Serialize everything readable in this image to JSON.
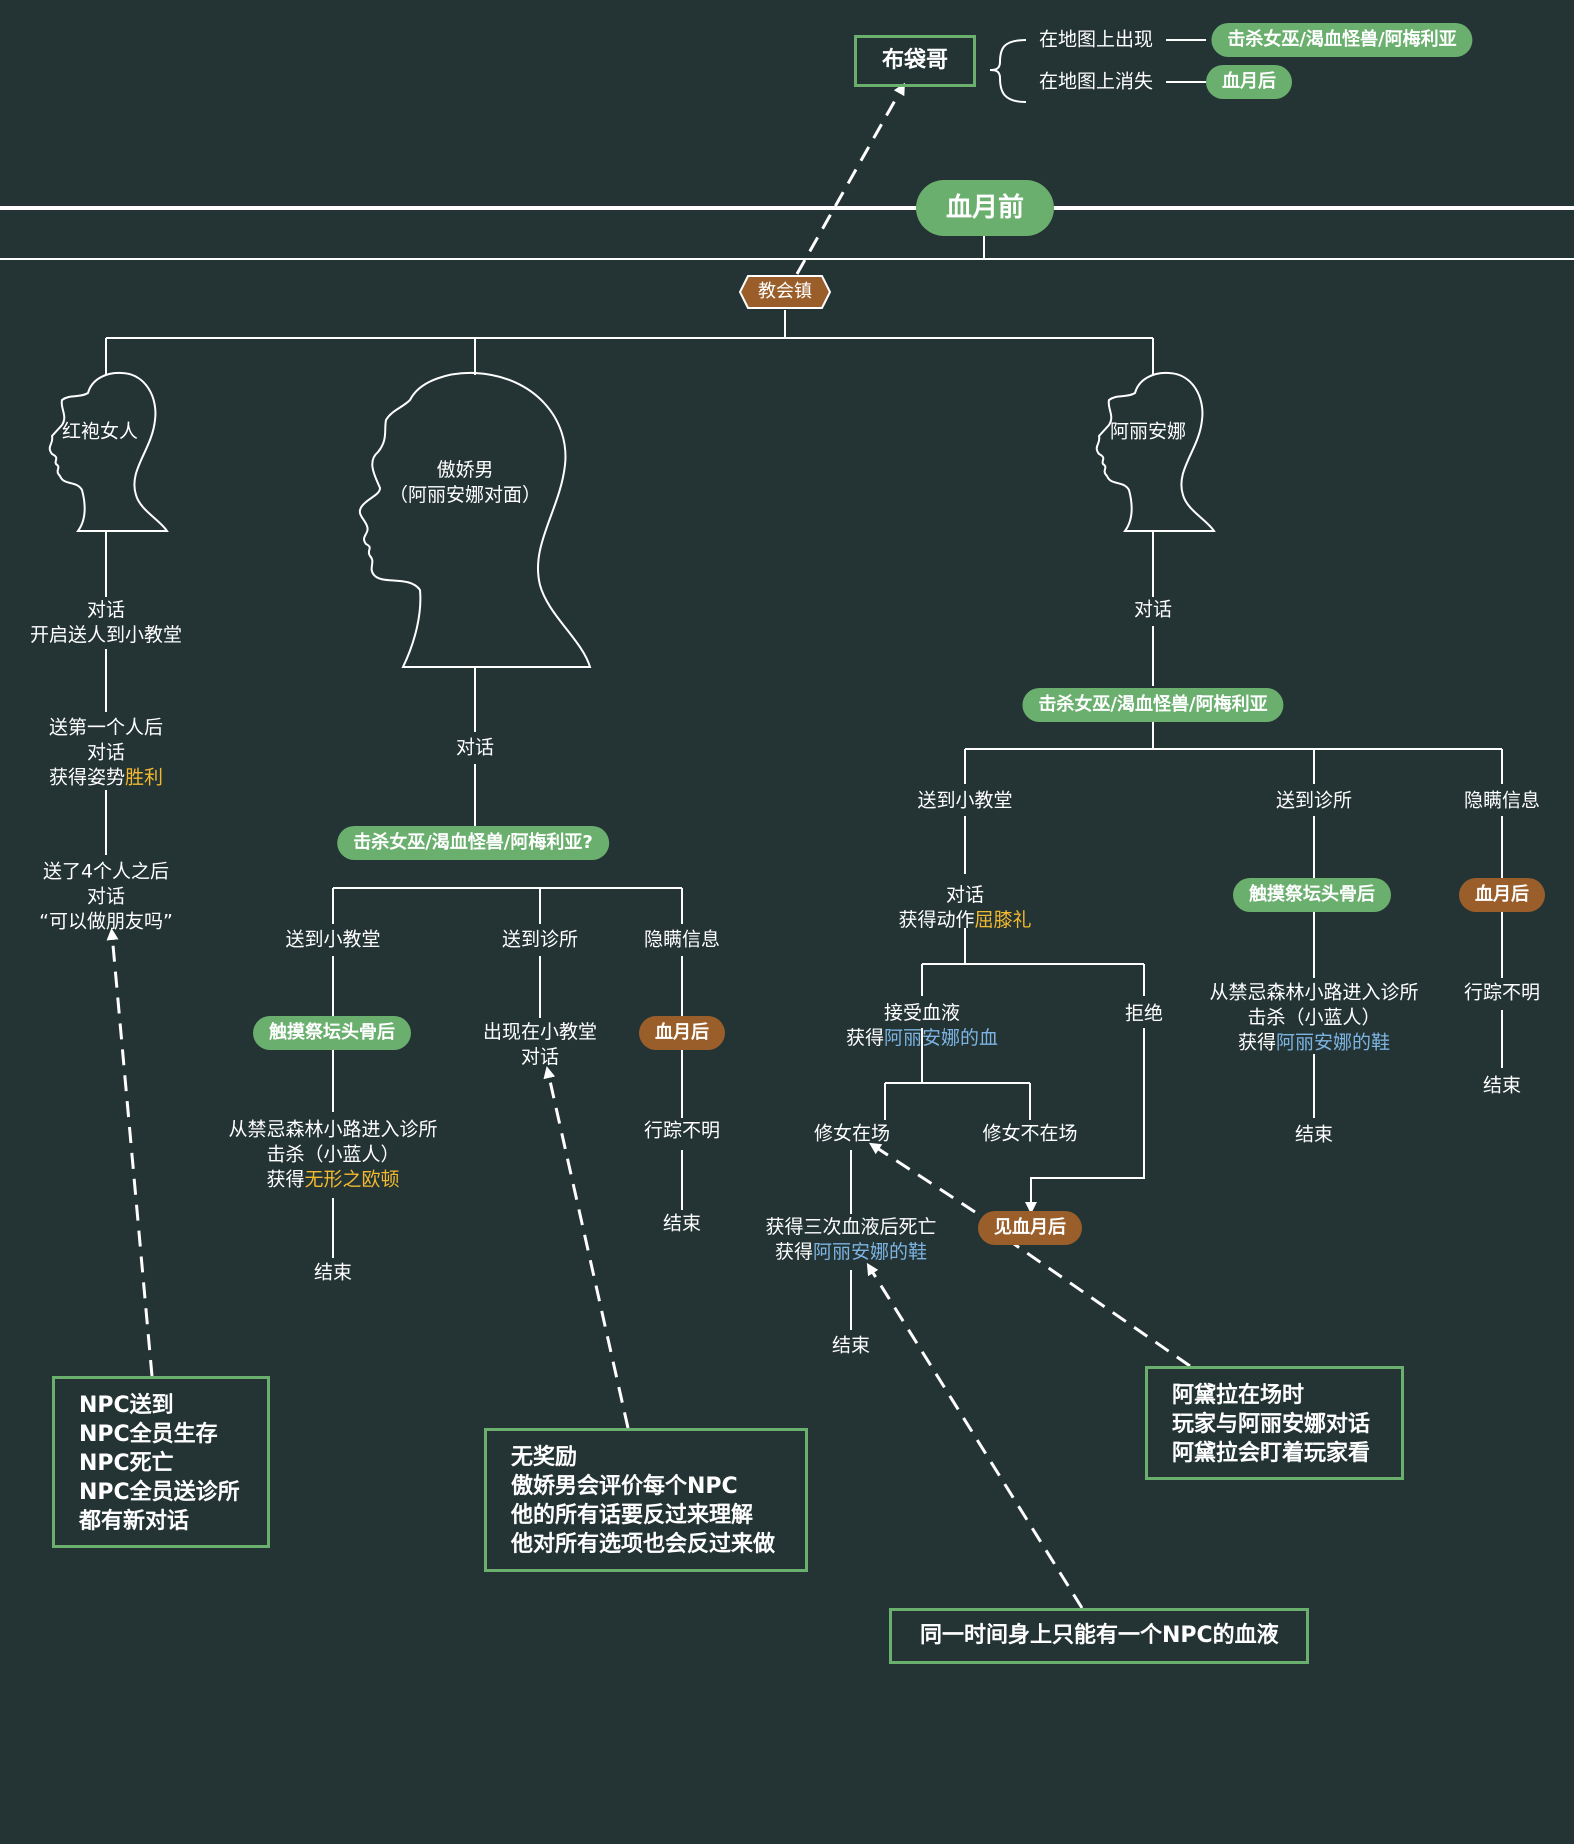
{
  "title": "血月前",
  "buddy": {
    "name": "布袋哥",
    "appear_label": "在地图上出现",
    "appear_cond": "击杀女巫/渴血怪兽/阿梅利亚",
    "vanish_label": "在地图上消失",
    "vanish_cond": "血月后"
  },
  "town": "教会镇",
  "red_robe": {
    "name": "红袍女人",
    "s1": [
      "对话",
      "开启送人到小教堂"
    ],
    "s2_a": "送第一个人后",
    "s2_b": "对话",
    "s2_c_pre": "获得姿势",
    "s2_c_hl": "胜利",
    "s3": [
      "送了4个人之后",
      "对话",
      "“可以做朋友吗”"
    ]
  },
  "proud_man": {
    "name_1": "傲娇男",
    "name_2": "（阿丽安娜对面）",
    "talk": "对话",
    "cond": "击杀女巫/渴血怪兽/阿梅利亚?",
    "chapel": "送到小教堂",
    "clinic": "送到诊所",
    "hidden": "隐瞒信息",
    "chapel_cond": "触摸祭坛头骨后",
    "chapel_r1": "从禁忌森林小路进入诊所",
    "chapel_r2": "击杀（小蓝人）",
    "chapel_r3_pre": "获得",
    "chapel_r3_hl": "无形之欧顿",
    "chapel_end": "结束",
    "clinic_r": [
      "出现在小教堂",
      "对话"
    ],
    "hidden_cond": "血月后",
    "hidden_r": "行踪不明",
    "hidden_end": "结束"
  },
  "arianna": {
    "name": "阿丽安娜",
    "talk": "对话",
    "cond": "击杀女巫/渴血怪兽/阿梅利亚",
    "chapel": "送到小教堂",
    "clinic": "送到诊所",
    "hidden": "隐瞒信息",
    "chapel_talk": "对话",
    "chapel_get_pre": "获得动作",
    "chapel_get_hl": "屈膝礼",
    "accept": "接受血液",
    "accept_get_pre": "获得",
    "accept_get_hl": "阿丽安娜的血",
    "refuse": "拒绝",
    "nun_here": "修女在场",
    "nun_absent": "修女不在场",
    "death_1": "获得三次血液后死亡",
    "death_2_pre": "获得",
    "death_2_hl": "阿丽安娜的鞋",
    "death_end": "结束",
    "see_moon": "见血月后",
    "clinic_cond": "触摸祭坛头骨后",
    "clinic_r1": "从禁忌森林小路进入诊所",
    "clinic_r2": "击杀（小蓝人）",
    "clinic_r3_pre": "获得",
    "clinic_r3_hl": "阿丽安娜的鞋",
    "clinic_end": "结束",
    "hidden_cond": "血月后",
    "hidden_r": "行踪不明",
    "hidden_end": "结束"
  },
  "notes": {
    "npc": [
      "NPC送到",
      "NPC全员生存",
      "NPC死亡",
      "NPC全员送诊所",
      "都有新对话"
    ],
    "proud": [
      "无奖励",
      "傲娇男会评价每个NPC",
      "他的所有话要反过来理解",
      "他对所有选项也会反过来做"
    ],
    "adella": [
      "阿黛拉在场时",
      "玩家与阿丽安娜对话",
      "阿黛拉会盯着玩家看"
    ],
    "blood": "同一时间身上只能有一个NPC的血液"
  },
  "colors": {
    "background": "#243334",
    "green": "#6aaf6e",
    "brown": "#9a5e2b",
    "highlight": "#f1b92f",
    "item": "#7cb4e2"
  }
}
